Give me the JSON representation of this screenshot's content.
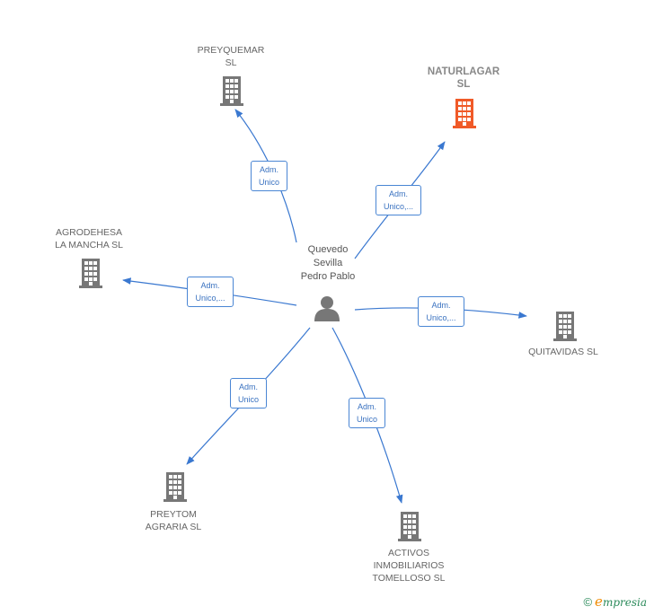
{
  "center": {
    "name": "Quevedo\nSevilla\nPedro Pablo",
    "icon": "person-icon"
  },
  "companies": [
    {
      "id": "preyquemar",
      "name": "PREYQUEMAR\nSL",
      "role": "Adm.\nUnico",
      "color": "#777777"
    },
    {
      "id": "naturlagar",
      "name": "NATURLAGAR\nSL",
      "role": "Adm.\nUnico,...",
      "color": "#f05a28"
    },
    {
      "id": "agrodehesa",
      "name": "AGRODEHESA\nLA MANCHA SL",
      "role": "Adm.\nUnico,...",
      "color": "#777777"
    },
    {
      "id": "quitavidas",
      "name": "QUITAVIDAS  SL",
      "role": "Adm.\nUnico,...",
      "color": "#777777"
    },
    {
      "id": "preytom",
      "name": "PREYTOM\nAGRARIA  SL",
      "role": "Adm.\nUnico",
      "color": "#777777"
    },
    {
      "id": "activos",
      "name": "ACTIVOS\nINMOBILIARIOS\nTOMELLOSO SL",
      "role": "Adm.\nUnico",
      "color": "#777777"
    }
  ],
  "colors": {
    "edge": "#3a78d0",
    "building": "#777777",
    "highlight": "#f05a28"
  },
  "footer": {
    "copyright": "©",
    "brand_initial": "e",
    "brand_rest": "mpresia"
  }
}
